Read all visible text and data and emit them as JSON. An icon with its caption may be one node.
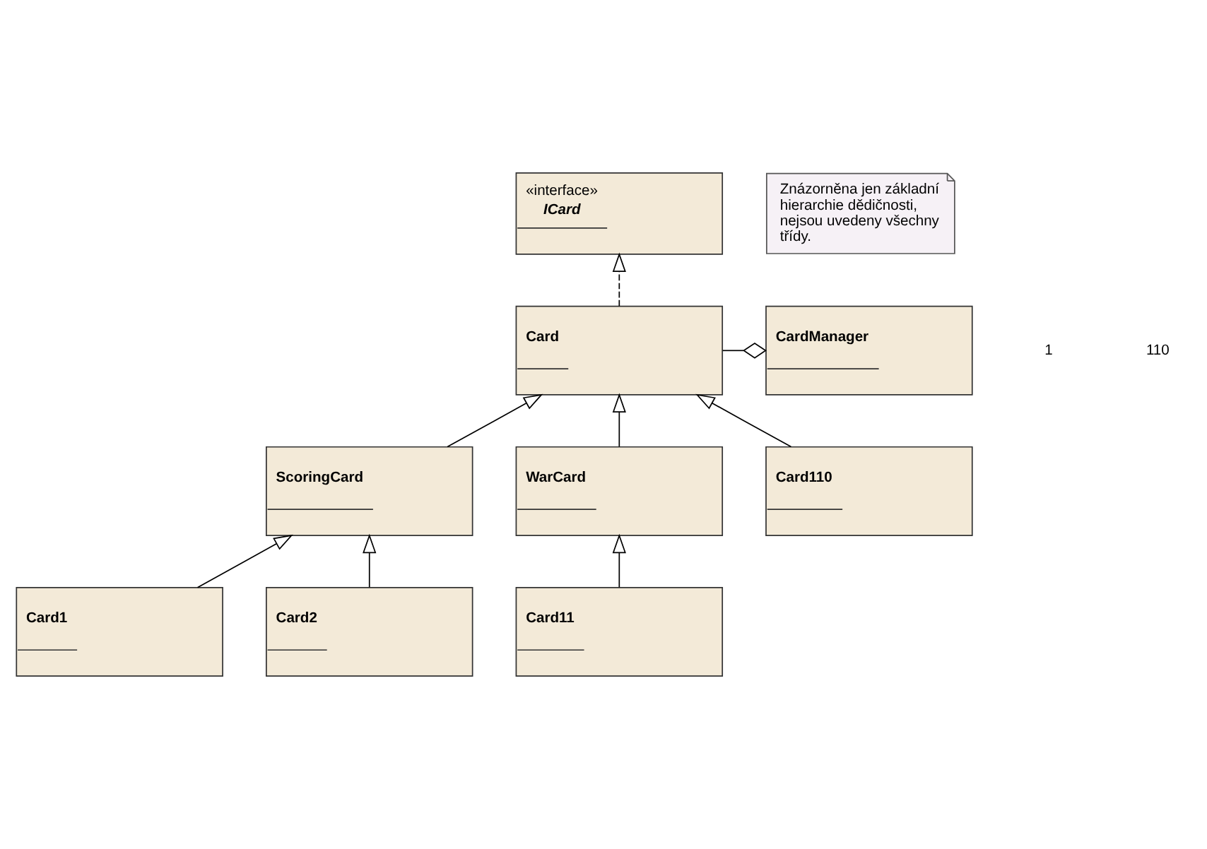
{
  "diagram": {
    "nodes": [
      {
        "text": [
          "«interface»",
          "ICard"
        ]
      },
      {
        "text": [
          "Znázorněna jen základní hierarchie dědičnosti, nejsou uvedeny všechny třídy."
        ]
      },
      {
        "text": [
          "CardManager"
        ]
      },
      {
        "text": [
          "Card"
        ]
      },
      {
        "text": [
          "ScoringCard"
        ]
      },
      {
        "text": [
          "WarCard"
        ]
      },
      {
        "text": [
          "Card1"
        ]
      },
      {
        "text": [
          "Card2"
        ]
      },
      {
        "text": [
          "Card11"
        ]
      },
      {
        "text": [
          "Card110"
        ]
      }
    ],
    "edges": [
      {
        "from": 3,
        "to": 0,
        "arrow": "to",
        "style": "dashed"
      },
      {
        "from": 2,
        "to": 3,
        "arrow": "other"
      },
      {
        "from": 4,
        "to": 3,
        "arrow": "to"
      },
      {
        "from": 5,
        "to": 3,
        "arrow": "to"
      },
      {
        "from": 9,
        "to": 3,
        "arrow": "to"
      },
      {
        "from": 6,
        "to": 4,
        "arrow": "to"
      },
      {
        "from": 7,
        "to": 4,
        "arrow": "to"
      },
      {
        "from": 8,
        "to": 5,
        "arrow": "to"
      }
    ],
    "labels": [
      "1",
      "110"
    ]
  }
}
